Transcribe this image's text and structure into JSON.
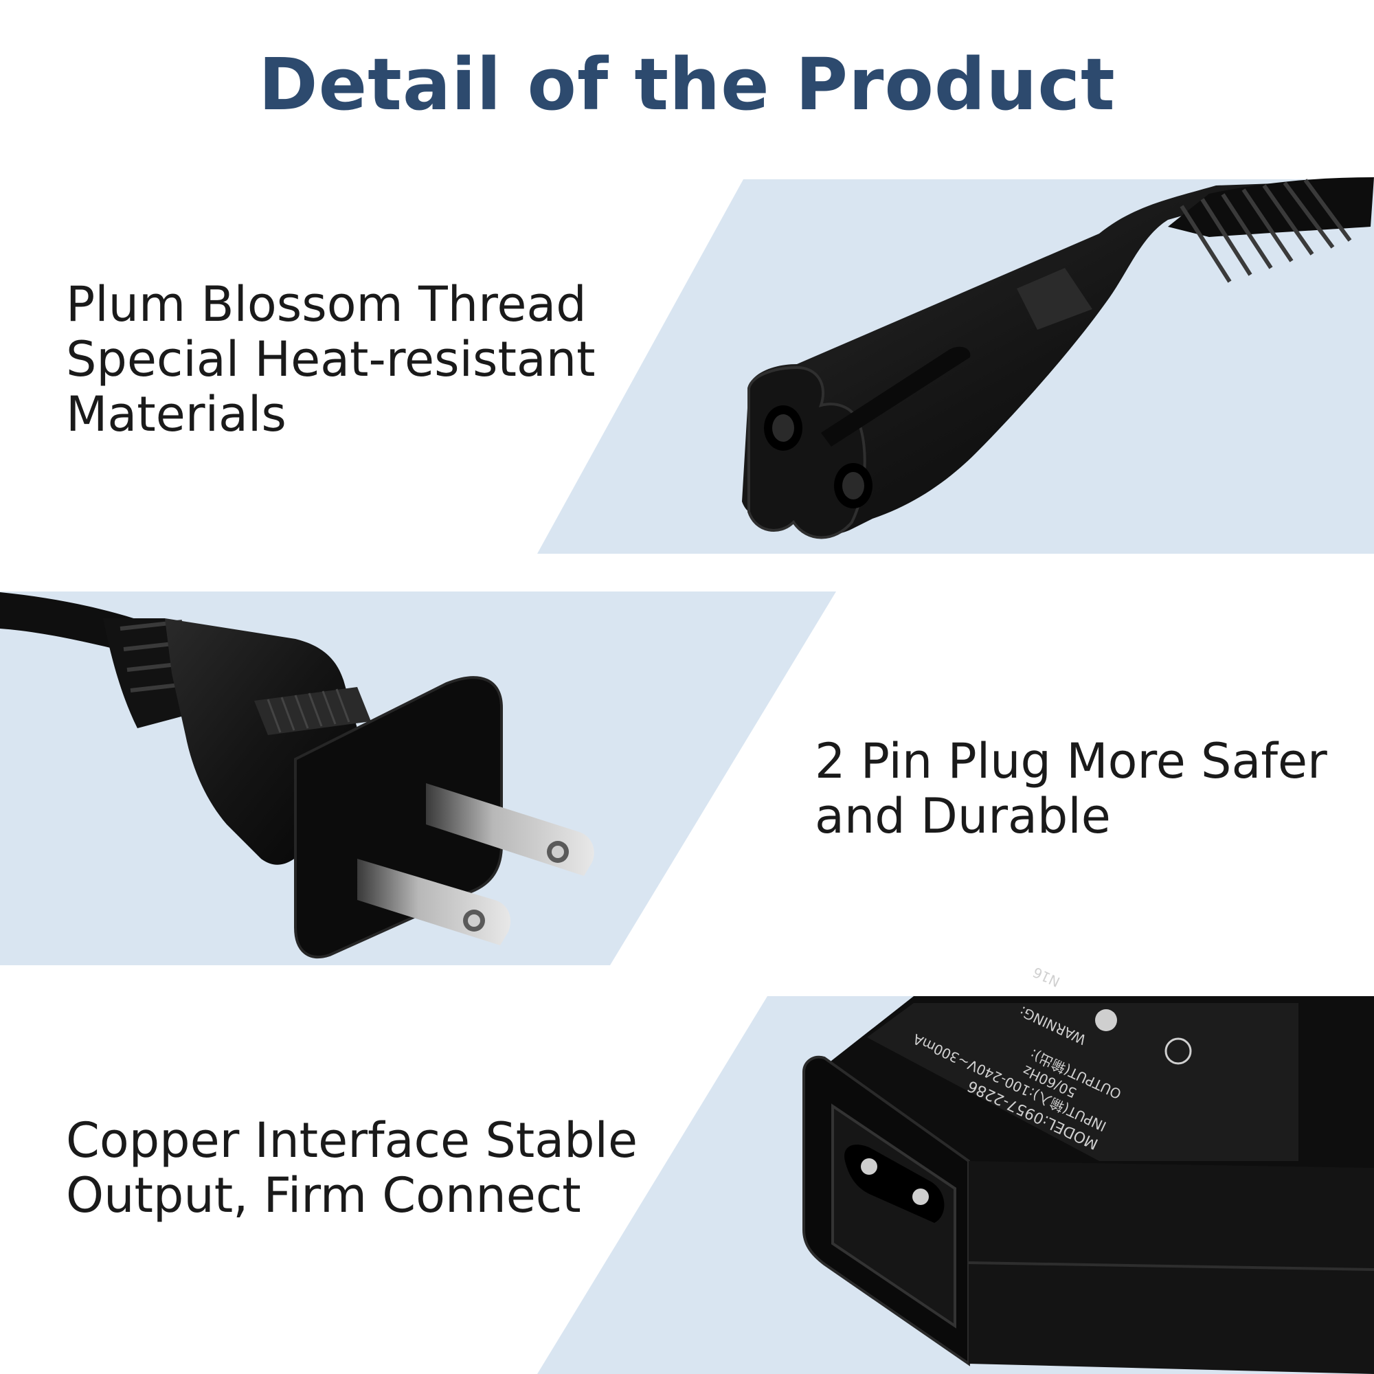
{
  "page_title": "Detail of the Product",
  "colors": {
    "title": "#2d4a6e",
    "panel": "#d9e5f1",
    "product": "#111111",
    "text": "#1a1a1a"
  },
  "features": [
    {
      "lines": [
        "Plum Blossom Thread",
        "Special Heat-resistant",
        "Materials"
      ],
      "image": "c7-connector-icon"
    },
    {
      "lines": [
        "2 Pin Plug More Safer",
        "and Durable"
      ],
      "image": "two-pin-plug-icon"
    },
    {
      "lines": [
        "Copper Interface Stable",
        "Output, Firm Connect"
      ],
      "image": "power-adapter-icon"
    }
  ],
  "adapter_label": {
    "model": "MODEL:0957-2286",
    "input": "INPUT(输入):100-240V~300mA",
    "freq": "50/60Hz",
    "output": "OUTPUT(输出):",
    "warning": "WARNING:",
    "code": "N16"
  }
}
